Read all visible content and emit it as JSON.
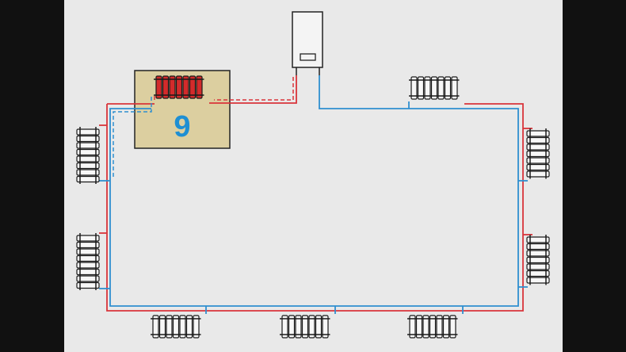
{
  "diagram": {
    "room_label": "9",
    "colors": {
      "background": "#e9e9e9",
      "frame": "#111111",
      "supply_pipe": "#d9343a",
      "return_pipe": "#2f8fd0",
      "room_fill": "#dccfa0",
      "room_border": "#222222",
      "label": "#1e8fd3",
      "radiator_outline": "#1a1a1a",
      "radiator_hot": "#d32b2b"
    },
    "components": {
      "boiler": "wall-mounted-boiler-icon",
      "radiators_total": 9,
      "heated_radiators": 1
    }
  }
}
